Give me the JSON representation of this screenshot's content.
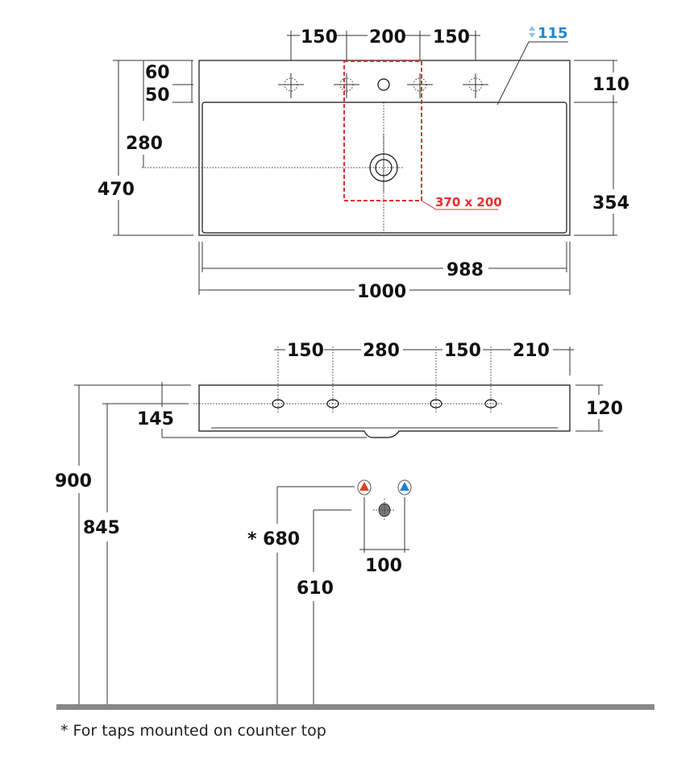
{
  "top_view": {
    "tap_spacing": [
      "150",
      "200",
      "150"
    ],
    "depth_label": "115",
    "depth_color": "#1e88d0",
    "left_dims": {
      "d60": "60",
      "d50": "50",
      "d280": "280",
      "d470": "470"
    },
    "right_dims": {
      "d110": "110",
      "d354": "354"
    },
    "bottom_dims": {
      "d988": "988",
      "d1000": "1000"
    },
    "zone_label": "370 x 200",
    "zone_color": "#e03030"
  },
  "side_view": {
    "tap_spacing": [
      "150",
      "280",
      "150",
      "210"
    ],
    "height_120": "120",
    "d145": "145",
    "d900": "900",
    "d845": "845",
    "d680": "* 680",
    "d610": "610",
    "d100": "100",
    "hot_color": "#e04020",
    "cold_color": "#1e7fd0"
  },
  "footnote": "* For taps mounted on counter top"
}
